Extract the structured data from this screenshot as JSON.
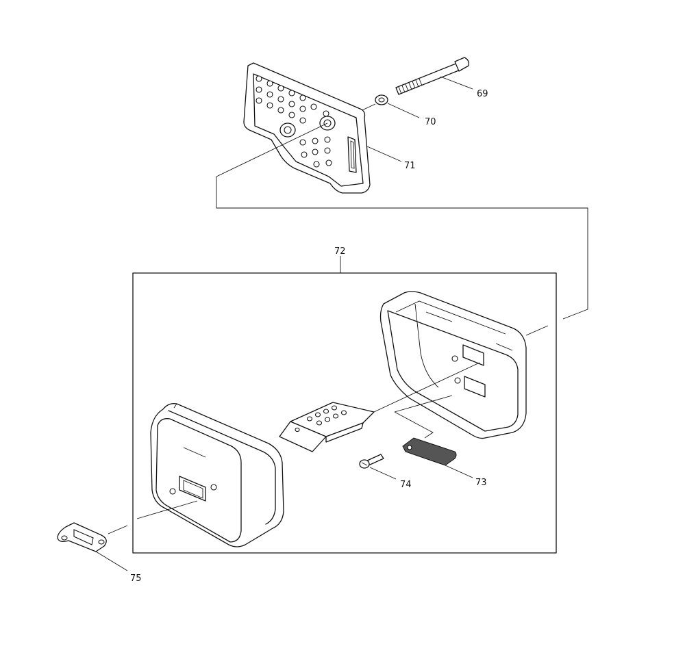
{
  "diagram": {
    "callouts": [
      {
        "id": "69",
        "text": "69"
      },
      {
        "id": "70",
        "text": "70"
      },
      {
        "id": "71",
        "text": "71"
      },
      {
        "id": "72",
        "text": "72"
      },
      {
        "id": "73",
        "text": "73"
      },
      {
        "id": "74",
        "text": "74"
      },
      {
        "id": "75",
        "text": "75"
      }
    ]
  }
}
